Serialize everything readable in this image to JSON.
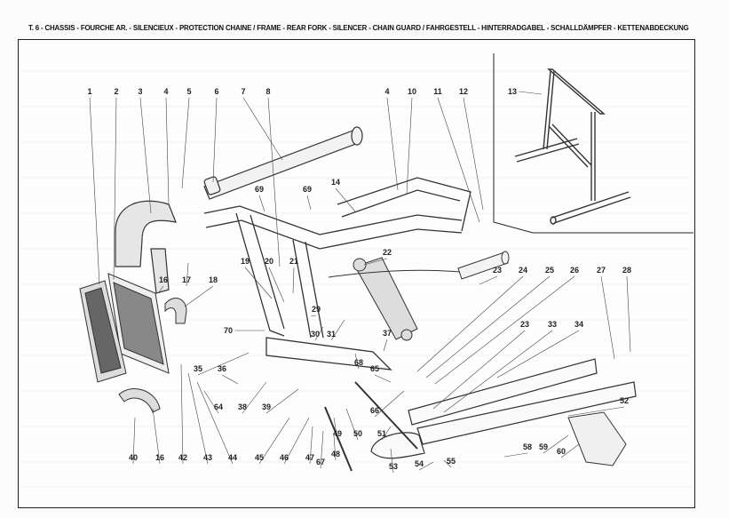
{
  "header": {
    "title": "T. 6 - CHASSIS - FOURCHE AR. - SILENCIEUX - PROTECTION CHAINE / FRAME - REAR FORK - SILENCER - CHAIN GUARD / FAHRGESTELL - HINTERRADGABEL - SCHALLDÄMPFER - KETTENABDECKUNG"
  },
  "diagram": {
    "type": "exploded-parts-diagram",
    "subject": "motorcycle frame, rear fork, silencer, chain guard, stand",
    "inset_label": "13",
    "part_labels": [
      {
        "id": "p1",
        "text": "1"
      },
      {
        "id": "p2",
        "text": "2"
      },
      {
        "id": "p3",
        "text": "3"
      },
      {
        "id": "p4a",
        "text": "4"
      },
      {
        "id": "p5",
        "text": "5"
      },
      {
        "id": "p6",
        "text": "6"
      },
      {
        "id": "p7",
        "text": "7"
      },
      {
        "id": "p8",
        "text": "8"
      },
      {
        "id": "p4b",
        "text": "4"
      },
      {
        "id": "p10",
        "text": "10"
      },
      {
        "id": "p11",
        "text": "11"
      },
      {
        "id": "p12",
        "text": "12"
      },
      {
        "id": "p13",
        "text": "13"
      },
      {
        "id": "p14",
        "text": "14"
      },
      {
        "id": "p69a",
        "text": "69"
      },
      {
        "id": "p69b",
        "text": "69"
      },
      {
        "id": "p16a",
        "text": "16"
      },
      {
        "id": "p17",
        "text": "17"
      },
      {
        "id": "p18",
        "text": "18"
      },
      {
        "id": "p19",
        "text": "19"
      },
      {
        "id": "p20",
        "text": "20"
      },
      {
        "id": "p21",
        "text": "21"
      },
      {
        "id": "p22",
        "text": "22"
      },
      {
        "id": "p23a",
        "text": "23"
      },
      {
        "id": "p24",
        "text": "24"
      },
      {
        "id": "p25",
        "text": "25"
      },
      {
        "id": "p26",
        "text": "26"
      },
      {
        "id": "p27",
        "text": "27"
      },
      {
        "id": "p28",
        "text": "28"
      },
      {
        "id": "p29",
        "text": "29"
      },
      {
        "id": "p30",
        "text": "30"
      },
      {
        "id": "p31",
        "text": "31"
      },
      {
        "id": "p70",
        "text": "70"
      },
      {
        "id": "p23b",
        "text": "23"
      },
      {
        "id": "p33",
        "text": "33"
      },
      {
        "id": "p34",
        "text": "34"
      },
      {
        "id": "p37",
        "text": "37"
      },
      {
        "id": "p35",
        "text": "35"
      },
      {
        "id": "p36",
        "text": "36"
      },
      {
        "id": "p68",
        "text": "68"
      },
      {
        "id": "p65",
        "text": "65"
      },
      {
        "id": "p64",
        "text": "64"
      },
      {
        "id": "p38",
        "text": "38"
      },
      {
        "id": "p39",
        "text": "39"
      },
      {
        "id": "p66",
        "text": "66"
      },
      {
        "id": "p52",
        "text": "52"
      },
      {
        "id": "p49",
        "text": "49"
      },
      {
        "id": "p50",
        "text": "50"
      },
      {
        "id": "p51",
        "text": "51"
      },
      {
        "id": "p40",
        "text": "40"
      },
      {
        "id": "p16b",
        "text": "16"
      },
      {
        "id": "p42",
        "text": "42"
      },
      {
        "id": "p43",
        "text": "43"
      },
      {
        "id": "p44",
        "text": "44"
      },
      {
        "id": "p45",
        "text": "45"
      },
      {
        "id": "p46",
        "text": "46"
      },
      {
        "id": "p47",
        "text": "47"
      },
      {
        "id": "p67",
        "text": "67"
      },
      {
        "id": "p48",
        "text": "48"
      },
      {
        "id": "p53",
        "text": "53"
      },
      {
        "id": "p54",
        "text": "54"
      },
      {
        "id": "p55",
        "text": "55"
      },
      {
        "id": "p58",
        "text": "58"
      },
      {
        "id": "p59",
        "text": "59"
      },
      {
        "id": "p60",
        "text": "60"
      }
    ]
  }
}
